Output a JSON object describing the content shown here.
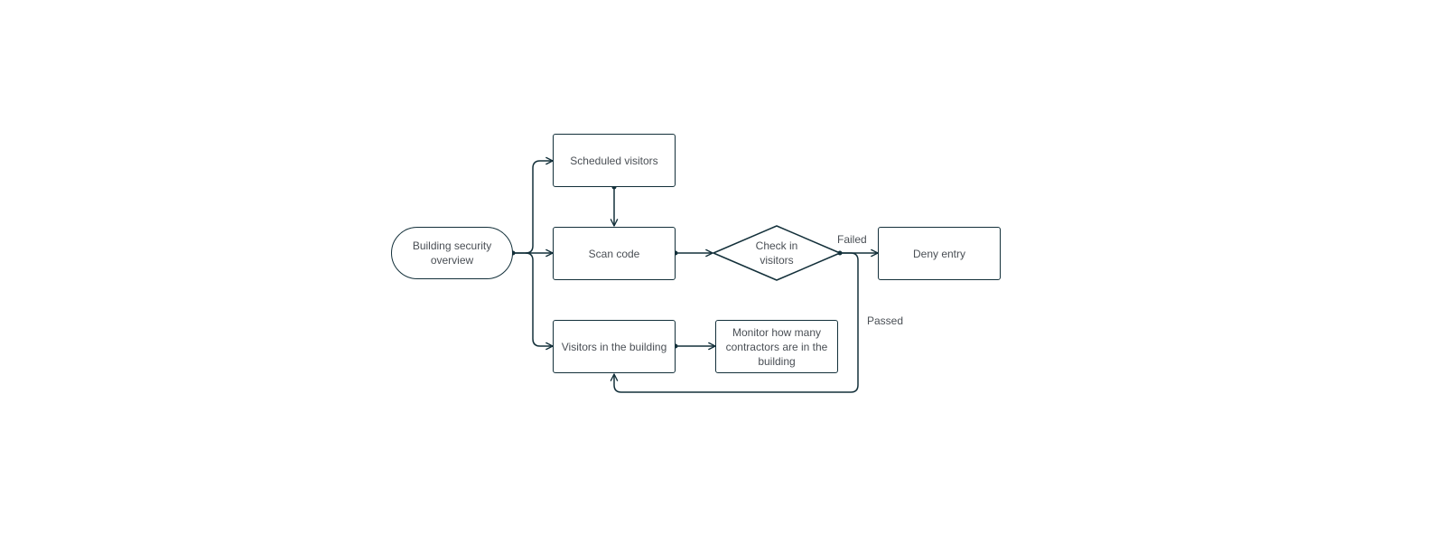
{
  "diagram": {
    "nodes": {
      "start": {
        "label": "Building security overview",
        "shape": "terminal"
      },
      "scheduled": {
        "label": "Scheduled visitors",
        "shape": "process"
      },
      "scan": {
        "label": "Scan code",
        "shape": "process"
      },
      "check": {
        "label": "Check in visitors",
        "shape": "decision"
      },
      "deny": {
        "label": "Deny entry",
        "shape": "process"
      },
      "visitors": {
        "label": "Visitors in the building",
        "shape": "process"
      },
      "monitor": {
        "label": "Monitor how many contractors are in the building",
        "shape": "process"
      }
    },
    "edges": {
      "failed": "Failed",
      "passed": "Passed"
    },
    "colors": {
      "stroke": "#13303a",
      "text": "#4a4f55",
      "background": "#ffffff"
    }
  }
}
